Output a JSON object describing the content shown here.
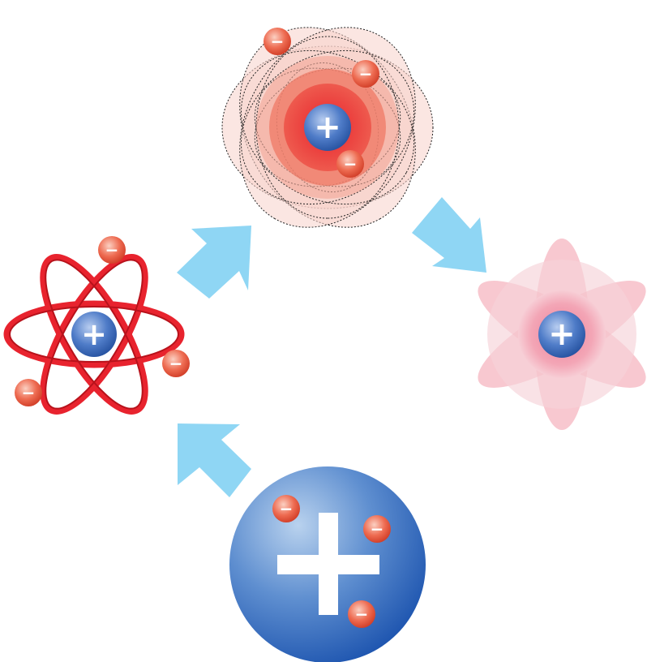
{
  "models": [
    {
      "id": "planetary",
      "nucleus_sign": "+",
      "electron_count": 3
    },
    {
      "id": "electron-cloud",
      "nucleus_sign": "+",
      "electron_count": 3
    },
    {
      "id": "quantum-orbital",
      "nucleus_sign": "+",
      "electron_count": 0
    },
    {
      "id": "plum-pudding",
      "nucleus_sign": "+",
      "electron_count": 3
    }
  ],
  "electron_sign": "−",
  "arrows": [
    "plum-pudding-to-planetary",
    "planetary-to-electron-cloud",
    "electron-cloud-to-quantum-orbital"
  ],
  "colors": {
    "arrow": "#8fd6f4",
    "nucleus": "#4a78c4",
    "electron": "#e8563e",
    "orbit_red": "#e8232e",
    "cloud_pink": "#f6c9c0",
    "orbital_pink": "#f3a9b3"
  }
}
